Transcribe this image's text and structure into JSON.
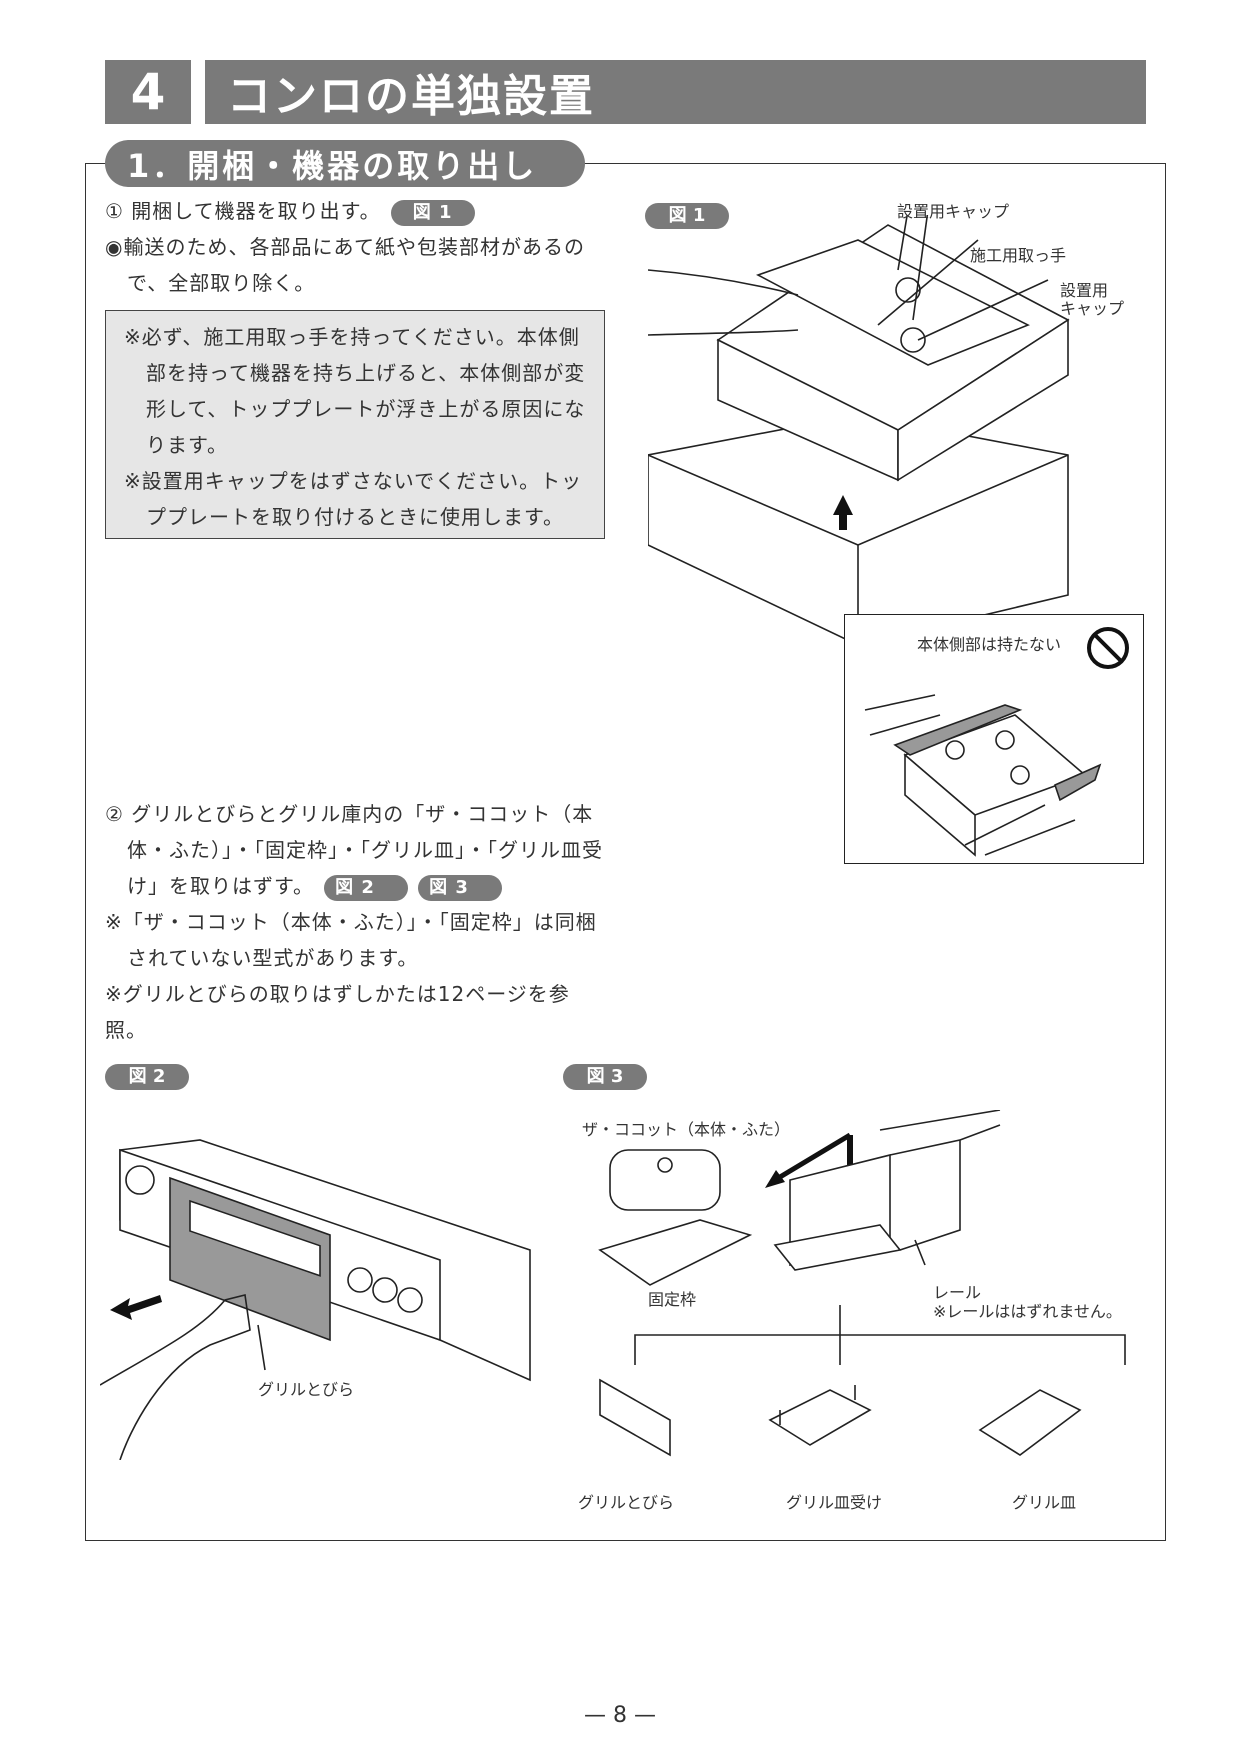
{
  "header": {
    "number": "4",
    "title": "コンロの単独設置"
  },
  "section": {
    "title": "1．開梱・機器の取り出し"
  },
  "step1": {
    "text": "① 開梱して機器を取り出す。",
    "fig_ref": "図 1",
    "bullet": "◉輸送のため、各部品にあて紙や包装部材があるので、全部取り除く。"
  },
  "note": {
    "lines": [
      "※必ず、施工用取っ手を持ってください。本体側部を持って機器を持ち上げると、本体側部が変形して、トッププレートが浮き上がる原因になります。",
      "※設置用キャップをはずさないでください。トッププレートを取り付けるときに使用します。"
    ]
  },
  "step2": {
    "text": "② グリルとびらとグリル庫内の「ザ・ココット（本体・ふた）」・「固定枠」・「グリル皿」・「グリル皿受け」を取りはずす。",
    "fig_ref_a": "図 2",
    "fig_ref_b": "図 3",
    "note1": "※「ザ・ココット（本体・ふた）」・「固定枠」は同梱されていない型式があります。",
    "note2": "※グリルとびらの取りはずしかたは12ページを参照。"
  },
  "fig1": {
    "tag": "図 1",
    "label_cap": "設置用キャップ",
    "label_handle": "施工用取っ手",
    "label_cap2_a": "設置用",
    "label_cap2_b": "キャップ",
    "inset_label": "本体側部は持たない"
  },
  "fig2": {
    "tag": "図 2",
    "label_door": "グリルとびら"
  },
  "fig3": {
    "tag": "図 3",
    "label_cocotte": "ザ・ココット（本体・ふた）",
    "label_frame": "固定枠",
    "label_rail": "レール",
    "label_rail_note": "※レールははずれません。",
    "label_door": "グリルとびら",
    "label_tray_holder": "グリル皿受け",
    "label_tray": "グリル皿"
  },
  "footer": {
    "page": "— 8 —"
  }
}
